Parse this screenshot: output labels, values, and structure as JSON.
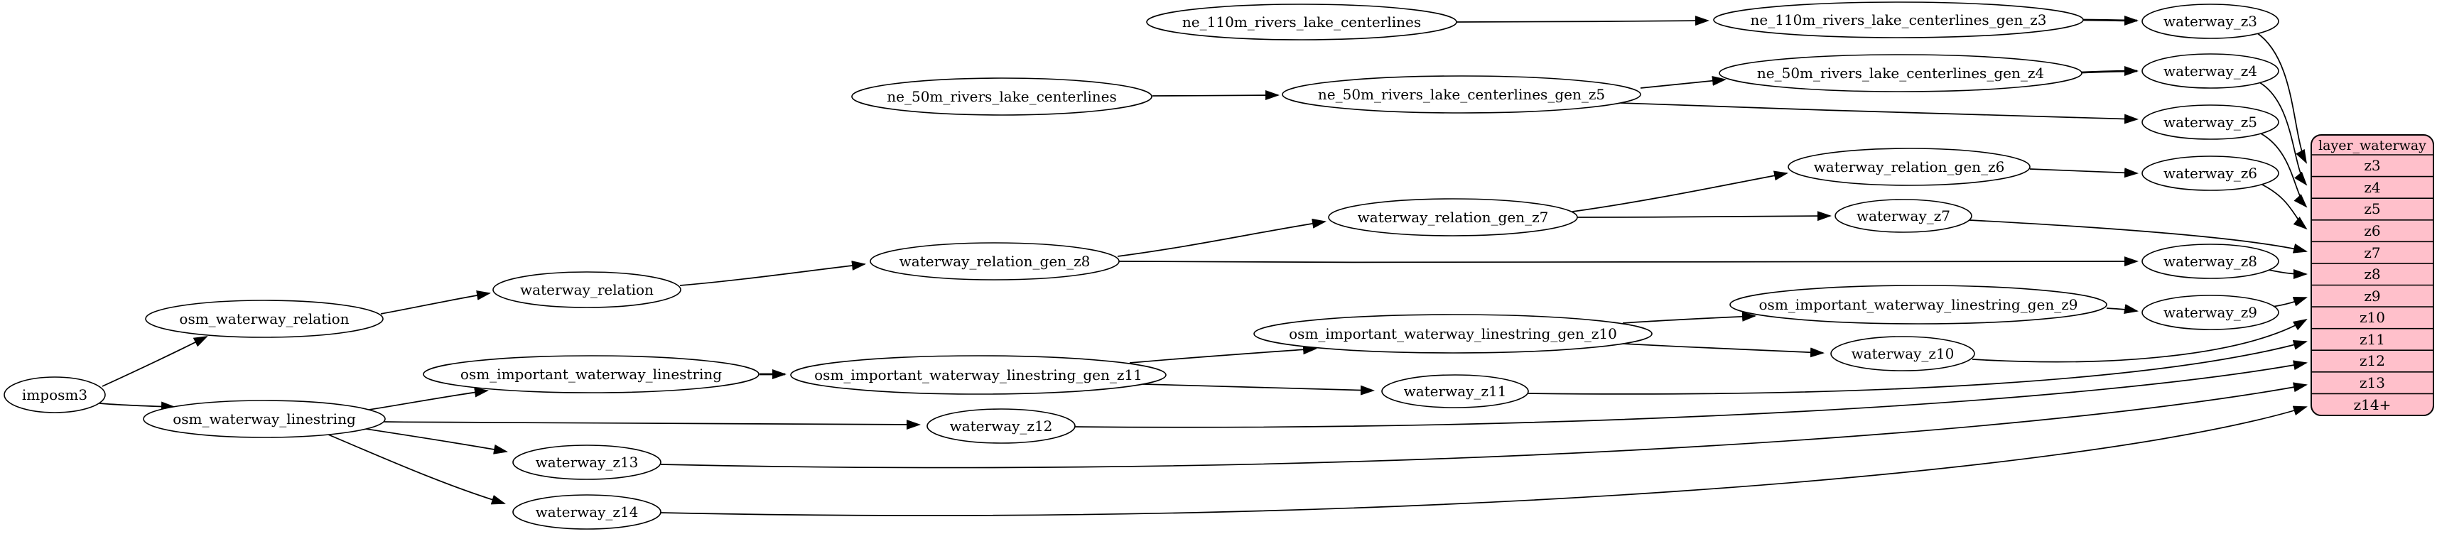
{
  "diagram": {
    "background": "#ffffff",
    "node_fill": "#ffffff",
    "node_stroke": "#000000",
    "edge_color": "#000000",
    "nodes": [
      {
        "id": "imposm3",
        "label": "imposm3"
      },
      {
        "id": "osm_waterway_relation",
        "label": "osm_waterway_relation"
      },
      {
        "id": "osm_waterway_linestring",
        "label": "osm_waterway_linestring"
      },
      {
        "id": "waterway_relation",
        "label": "waterway_relation"
      },
      {
        "id": "osm_important_waterway_linestring",
        "label": "osm_important_waterway_linestring"
      },
      {
        "id": "waterway_z13",
        "label": "waterway_z13"
      },
      {
        "id": "waterway_z14",
        "label": "waterway_z14"
      },
      {
        "id": "waterway_relation_gen_z8",
        "label": "waterway_relation_gen_z8"
      },
      {
        "id": "ne_50m_rivers_lake_centerlines",
        "label": "ne_50m_rivers_lake_centerlines"
      },
      {
        "id": "osm_important_waterway_linestring_gen_z11",
        "label": "osm_important_waterway_linestring_gen_z11"
      },
      {
        "id": "waterway_z12",
        "label": "waterway_z12"
      },
      {
        "id": "ne_110m_rivers_lake_centerlines",
        "label": "ne_110m_rivers_lake_centerlines"
      },
      {
        "id": "ne_50m_rivers_lake_centerlines_gen_z5",
        "label": "ne_50m_rivers_lake_centerlines_gen_z5"
      },
      {
        "id": "waterway_relation_gen_z7",
        "label": "waterway_relation_gen_z7"
      },
      {
        "id": "osm_important_waterway_linestring_gen_z10",
        "label": "osm_important_waterway_linestring_gen_z10"
      },
      {
        "id": "waterway_z11",
        "label": "waterway_z11"
      },
      {
        "id": "ne_110m_rivers_lake_centerlines_gen_z3",
        "label": "ne_110m_rivers_lake_centerlines_gen_z3"
      },
      {
        "id": "ne_50m_rivers_lake_centerlines_gen_z4",
        "label": "ne_50m_rivers_lake_centerlines_gen_z4"
      },
      {
        "id": "waterway_relation_gen_z6",
        "label": "waterway_relation_gen_z6"
      },
      {
        "id": "waterway_z7",
        "label": "waterway_z7"
      },
      {
        "id": "osm_important_waterway_linestring_gen_z9",
        "label": "osm_important_waterway_linestring_gen_z9"
      },
      {
        "id": "waterway_z10",
        "label": "waterway_z10"
      },
      {
        "id": "waterway_z3",
        "label": "waterway_z3"
      },
      {
        "id": "waterway_z4",
        "label": "waterway_z4"
      },
      {
        "id": "waterway_z5",
        "label": "waterway_z5"
      },
      {
        "id": "waterway_z6",
        "label": "waterway_z6"
      },
      {
        "id": "waterway_z8",
        "label": "waterway_z8"
      },
      {
        "id": "waterway_z9",
        "label": "waterway_z9"
      }
    ],
    "table": {
      "title": "layer_waterway",
      "fill": "#ffc0cb",
      "rows": [
        "z3",
        "z4",
        "z5",
        "z6",
        "z7",
        "z8",
        "z9",
        "z10",
        "z11",
        "z12",
        "z13",
        "z14+"
      ]
    }
  }
}
